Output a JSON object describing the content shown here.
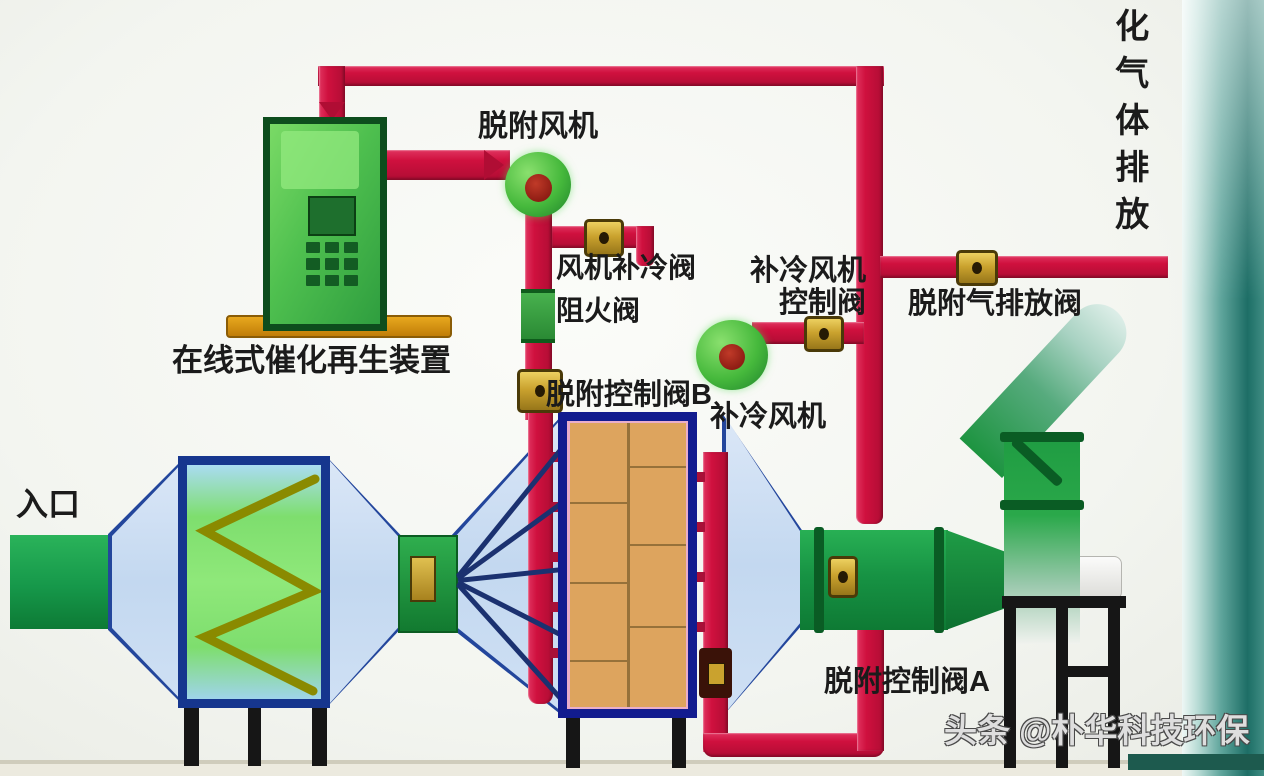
{
  "labels": {
    "inlet": "入口",
    "regen_device": "在线式催化再生装置",
    "desorption_fan": "脱附风机",
    "fan_cooling_valve": "风机补冷阀",
    "flame_arrester_valve": "阻火阀",
    "desorption_control_valve_b": "脱附控制阀B",
    "cooling_fan_control_valve_line1": "补冷风机",
    "cooling_fan_control_valve_line2": "控制阀",
    "cooling_fan": "补冷风机",
    "desorption_gas_discharge_valve": "脱附气排放阀",
    "desorption_control_valve_a": "脱附控制阀A",
    "stack_vertical_text": "化气体排放"
  },
  "watermark": "头条 @朴华科技环保",
  "colors": {
    "pipe_red": "#cf103e",
    "duct_green": "#1fa23e",
    "fan_green": "#46b93c",
    "fan_hub_red": "#8f1d14",
    "valve_gold": "#caa22e",
    "frame_navy": "#16368e",
    "carbon_box_navy": "#121c8f",
    "carbon_tan": "#dda45e",
    "carbon_interior_pink": "#e9aeca",
    "filter_green": "#7ede6e",
    "transition_blue": "#c3d8f0",
    "zigzag_olive": "#8a8a00",
    "chimney_teal": "#1d6e66",
    "device_base_orange": "#d89410",
    "stand_black": "#161616",
    "label_text": "#1b1b1b"
  }
}
